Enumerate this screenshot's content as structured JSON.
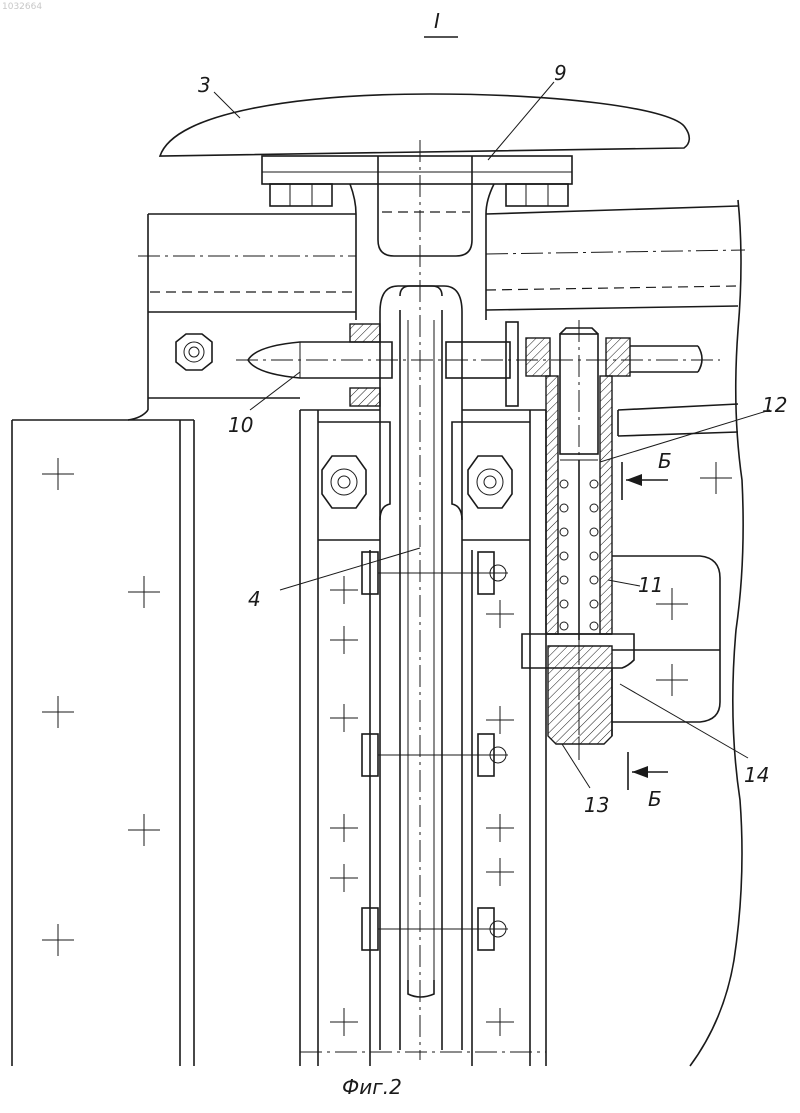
{
  "document_number": "1032664",
  "view_label": "I",
  "caption": "Фиг.2",
  "callouts": {
    "c3": "3",
    "c9": "9",
    "c10": "10",
    "c12": "12",
    "c4": "4",
    "c11": "11",
    "c14": "14",
    "c13": "13"
  },
  "section_mark": {
    "upper": "Б",
    "lower": "Б"
  }
}
